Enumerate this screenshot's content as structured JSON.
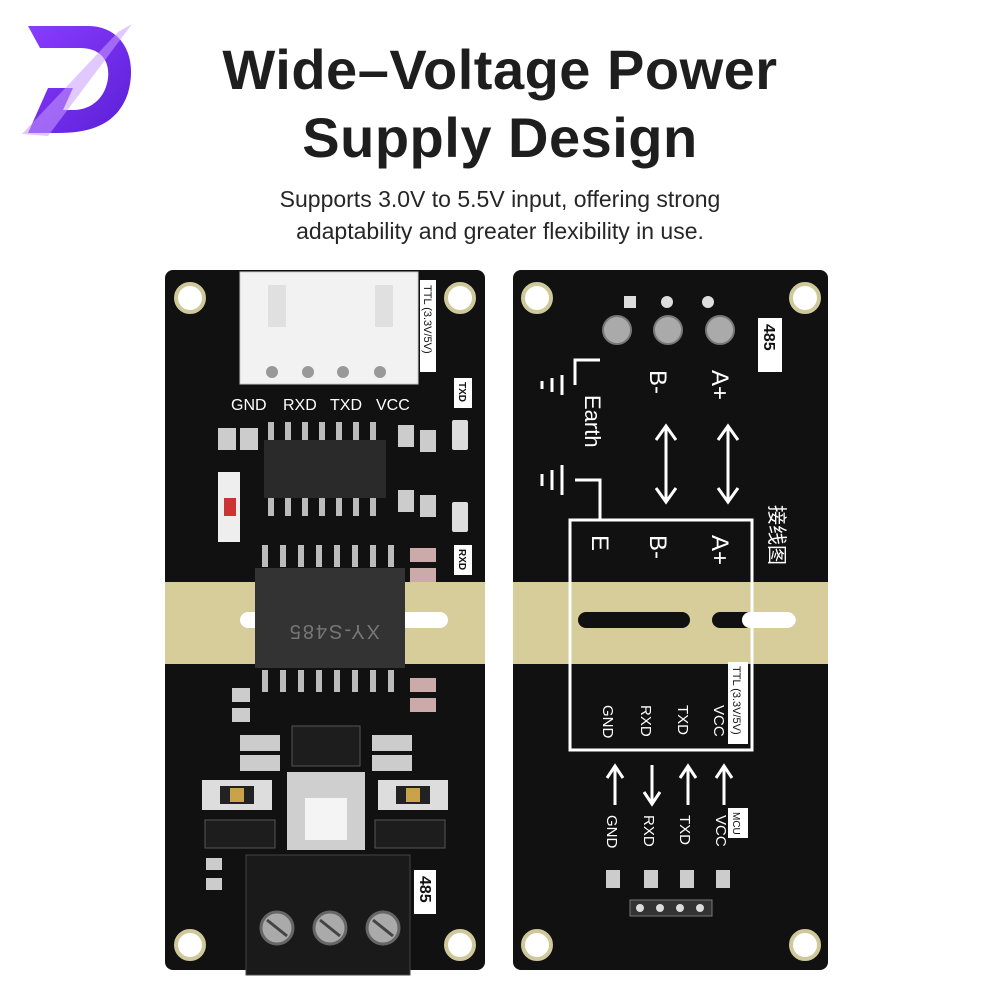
{
  "brand": {
    "logo_name": "D"
  },
  "headline": {
    "line1": "Wide–Voltage Power",
    "line2": "Supply Design"
  },
  "subtitle": {
    "line1": "Supports 3.0V to 5.5V input, offering strong",
    "line2": "adaptability and greater flexibility in use."
  },
  "front_board": {
    "connector_label": "TTL (3.3V/5V)",
    "pins": [
      "GND",
      "RXD",
      "TXD",
      "VCC"
    ],
    "led_txd": "TXD",
    "led_rxd": "RXD",
    "chip_marking": "XY-S485",
    "terminal_label": "485"
  },
  "back_board": {
    "label_485": "485",
    "top_b": "B-",
    "top_a": "A+",
    "earth": "Earth",
    "chinese_label": "接线图",
    "box_e": "E",
    "box_b": "B-",
    "box_a": "A+",
    "ttl_label": "TTL (3.3V/5V)",
    "ttl_pins": [
      "GND",
      "RXD",
      "TXD",
      "VCC"
    ],
    "mcu_label": "MCU",
    "mcu_pins": [
      "GND",
      "RXD",
      "TXD",
      "VCC"
    ]
  },
  "colors": {
    "logo_purple": "#7b2ff7",
    "pcb_black": "#111111",
    "pcb_substrate": "#d8cf9c"
  }
}
